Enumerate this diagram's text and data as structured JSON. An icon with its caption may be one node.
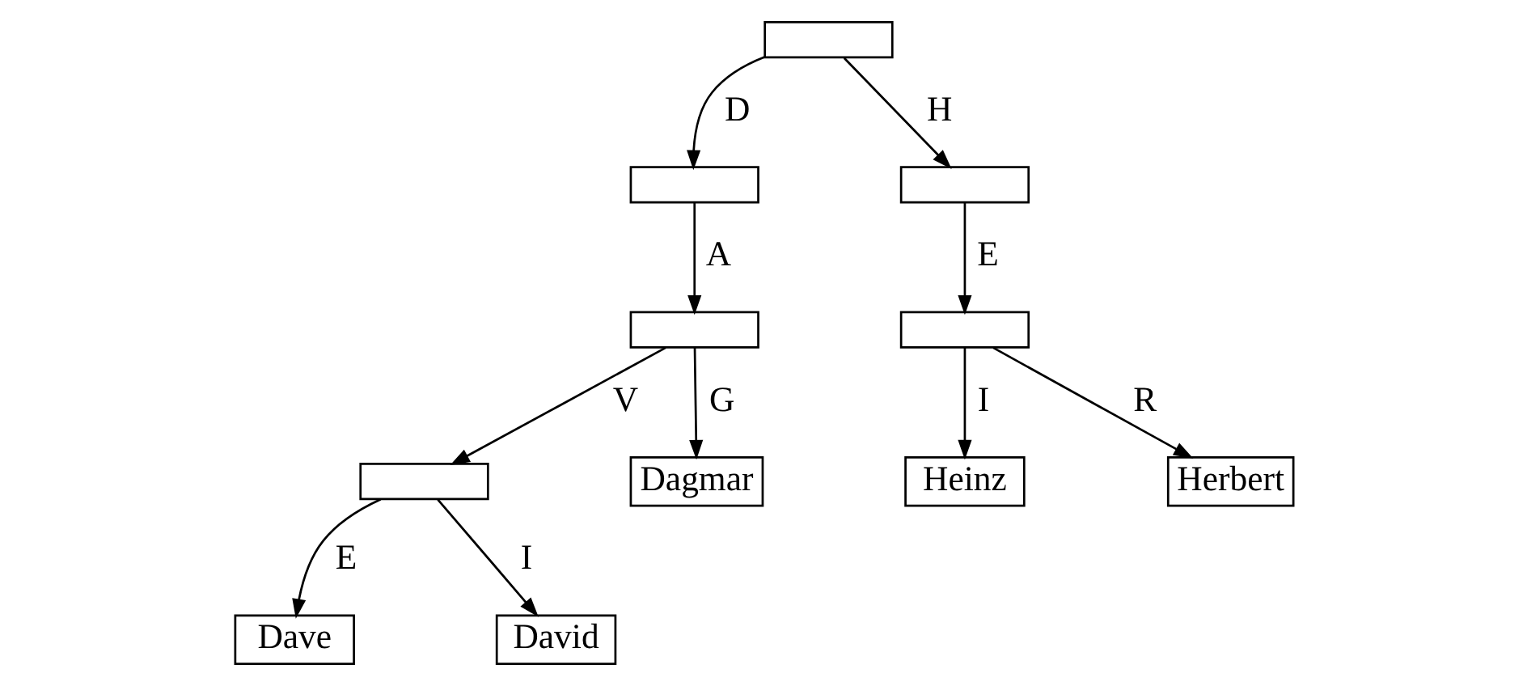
{
  "diagram": {
    "nodes": [
      {
        "text": [],
        "shape": "box"
      },
      {
        "text": [],
        "shape": "box"
      },
      {
        "text": [],
        "shape": "box"
      },
      {
        "text": [],
        "shape": "box"
      },
      {
        "text": [],
        "shape": "box"
      },
      {
        "text": [],
        "shape": "box"
      },
      {
        "text": [
          "Dagmar"
        ]
      },
      {
        "text": [
          "Heinz"
        ]
      },
      {
        "text": [
          "Herbert"
        ]
      },
      {
        "text": [
          "Dave"
        ]
      },
      {
        "text": [
          "David"
        ]
      }
    ],
    "edges": [
      {
        "from": 0,
        "to": 1,
        "arrow": "to",
        "label": "D"
      },
      {
        "from": 0,
        "to": 2,
        "arrow": "to",
        "label": "H"
      },
      {
        "from": 1,
        "to": 3,
        "arrow": "to",
        "label": "A"
      },
      {
        "from": 2,
        "to": 4,
        "arrow": "to",
        "label": "E"
      },
      {
        "from": 3,
        "to": 5,
        "arrow": "to",
        "label": "V"
      },
      {
        "from": 3,
        "to": 6,
        "arrow": "to",
        "label": "G"
      },
      {
        "from": 4,
        "to": 7,
        "arrow": "to",
        "label": "I"
      },
      {
        "from": 4,
        "to": 8,
        "arrow": "to",
        "label": "R"
      },
      {
        "from": 5,
        "to": 9,
        "arrow": "to",
        "label": "E"
      },
      {
        "from": 5,
        "to": 10,
        "arrow": "to",
        "label": "I"
      }
    ]
  }
}
